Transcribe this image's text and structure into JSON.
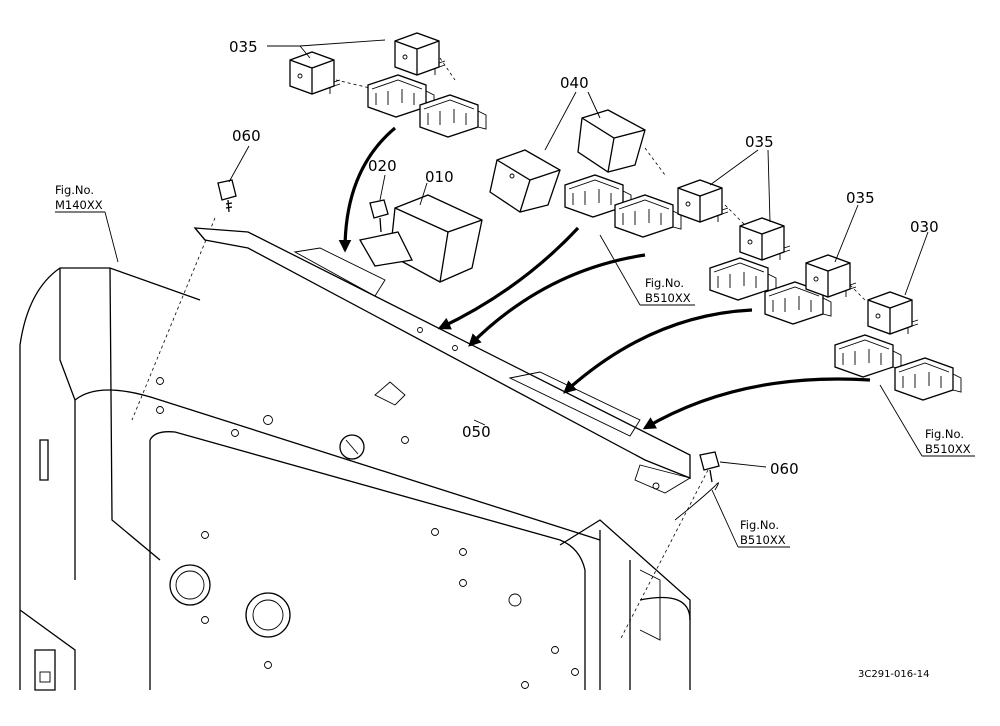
{
  "labels": {
    "p035_a": "035",
    "p060_a": "060",
    "p020": "020",
    "p010": "010",
    "p040": "040",
    "p035_b": "035",
    "p035_c": "035",
    "p030": "030",
    "p050": "050",
    "p060_b": "060"
  },
  "figure_refs": {
    "m140": [
      "Fig.No.",
      "M140XX"
    ],
    "b510_a": [
      "Fig.No.",
      "B510XX"
    ],
    "b510_b": [
      "Fig.No.",
      "B510XX"
    ],
    "b510_c": [
      "Fig.No.",
      "B510XX"
    ]
  },
  "drawing_code": "3C291-016-14"
}
